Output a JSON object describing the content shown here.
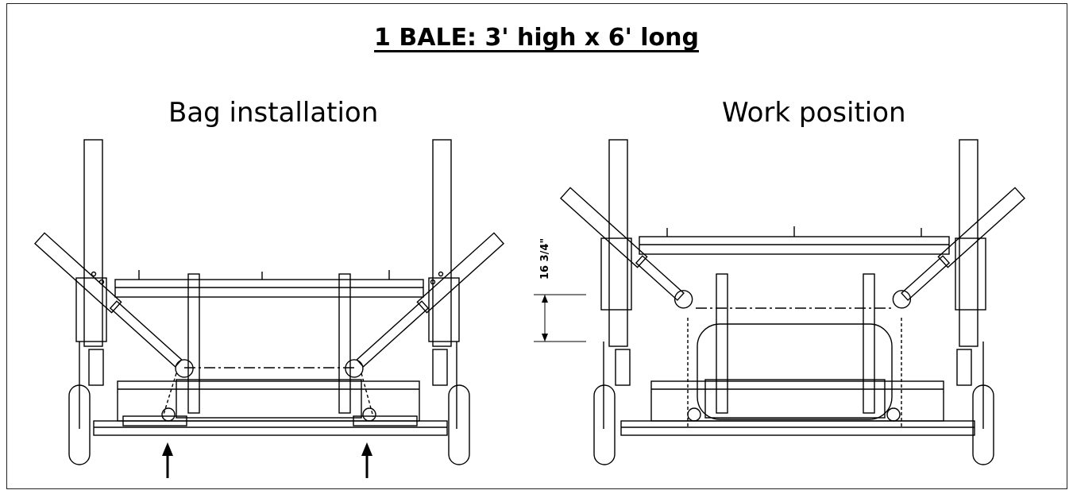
{
  "title": "1 BALE: 3' high x 6' long",
  "views": [
    {
      "caption": "Bag installation"
    },
    {
      "caption": "Work position"
    }
  ],
  "dimension_label": "16 3/4\""
}
